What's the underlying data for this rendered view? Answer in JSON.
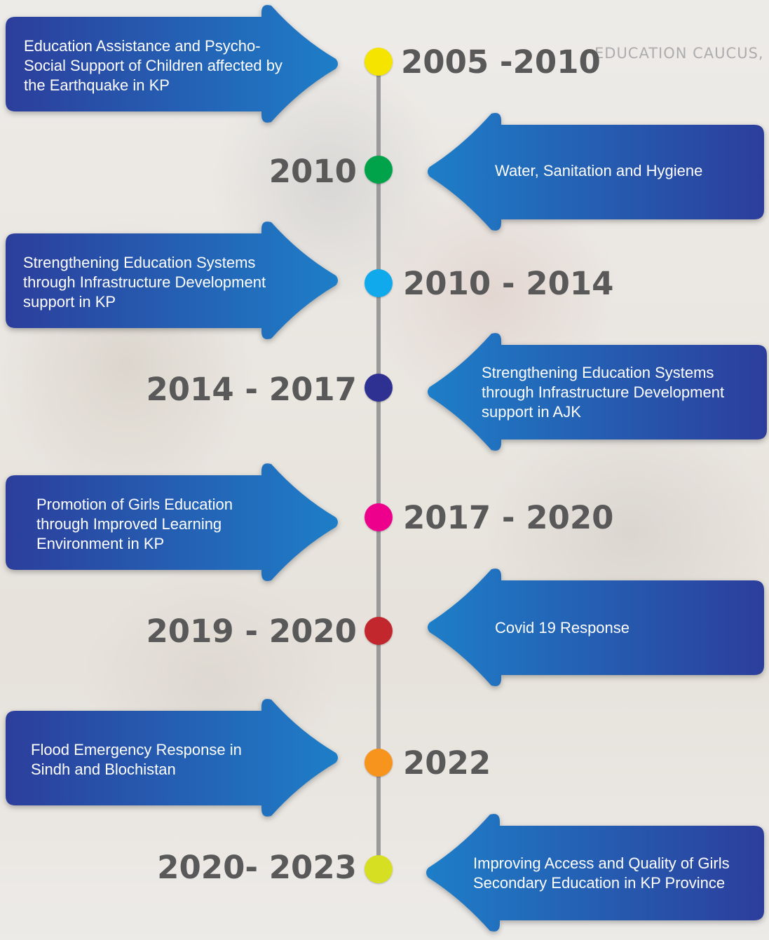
{
  "background": {
    "caption": "EDUCATION CAUCUS, ND"
  },
  "timeline": [
    {
      "year": "2005 -2010",
      "dot_color": "#f5e400",
      "description": "Education Assistance and Psycho-\nSocial Support of Children affected by\nthe Earthquake in KP"
    },
    {
      "year": "2010",
      "dot_color": "#00a34a",
      "description": "Water, Sanitation and Hygiene"
    },
    {
      "year": "2010 - 2014",
      "dot_color": "#10aaec",
      "description": "Strengthening  Education Systems\nthrough Infrastructure Development\nsupport in KP"
    },
    {
      "year": "2014 - 2017",
      "dot_color": "#2e3192",
      "description": "Strengthening  Education Systems\nthrough Infrastructure Development\nsupport in AJK"
    },
    {
      "year": "2017 - 2020",
      "dot_color": "#ec008c",
      "description": "Promotion of Girls Education\nthrough Improved Learning\nEnvironment in KP"
    },
    {
      "year": "2019 - 2020",
      "dot_color": "#c1272d",
      "description": "Covid 19 Response"
    },
    {
      "year": "2022",
      "dot_color": "#f7941d",
      "description": "Flood Emergency Response in\nSindh and Blochistan"
    },
    {
      "year": "2020- 2023",
      "dot_color": "#d7df23",
      "description": "Improving Access and Quality of Girls\nSecondary Education in KP Province"
    }
  ]
}
